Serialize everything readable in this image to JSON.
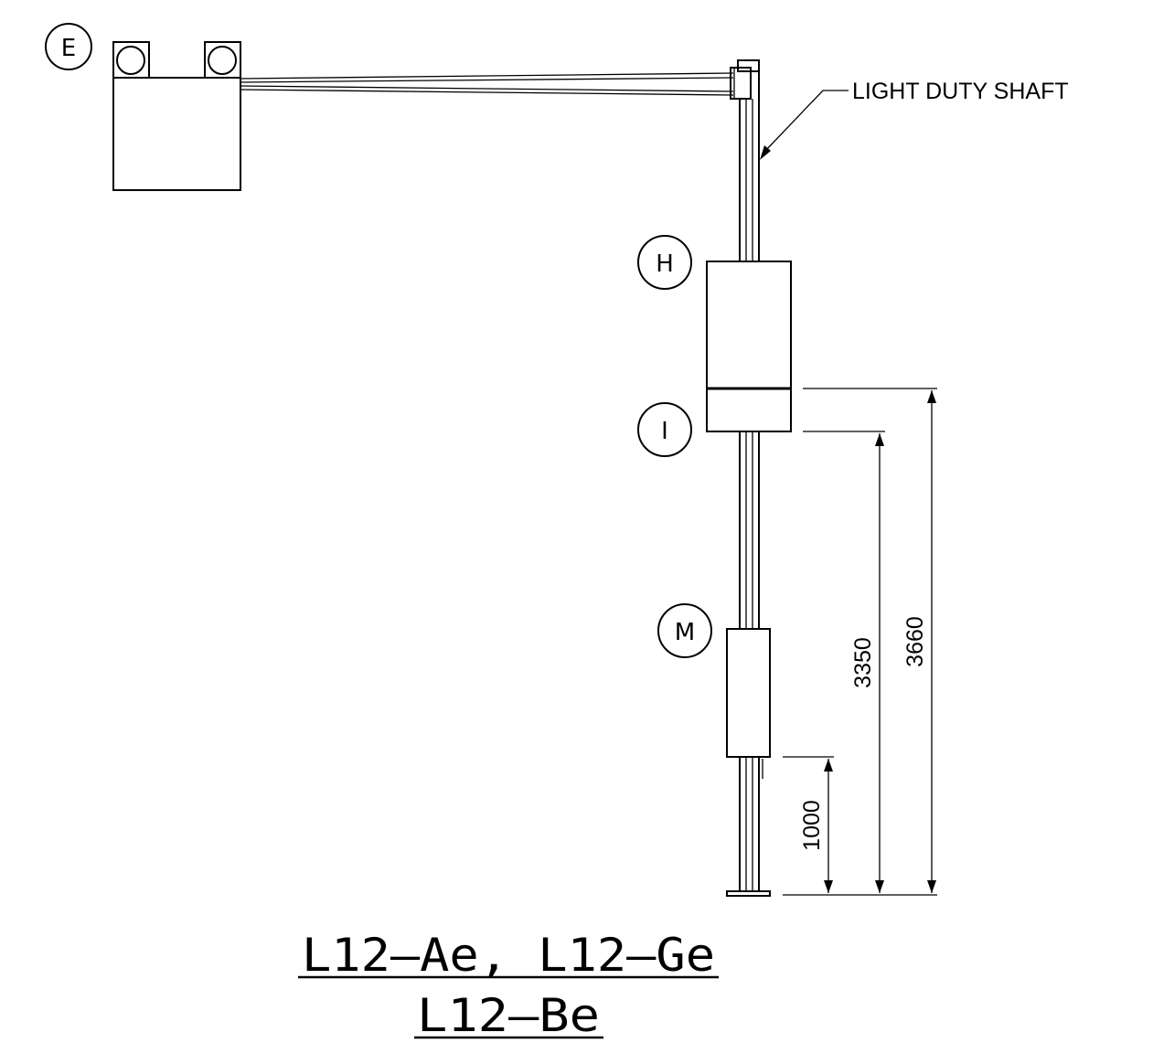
{
  "callouts": {
    "shaft_label": "LIGHT DUTY SHAFT"
  },
  "tags": {
    "e": "E",
    "h": "H",
    "i": "I",
    "m": "M"
  },
  "dimensions": {
    "d3660": "3660",
    "d3350": "3350",
    "d1000": "1000"
  },
  "titles": {
    "line1": "L12–Ae, L12–Ge",
    "line2": "L12–Be"
  }
}
